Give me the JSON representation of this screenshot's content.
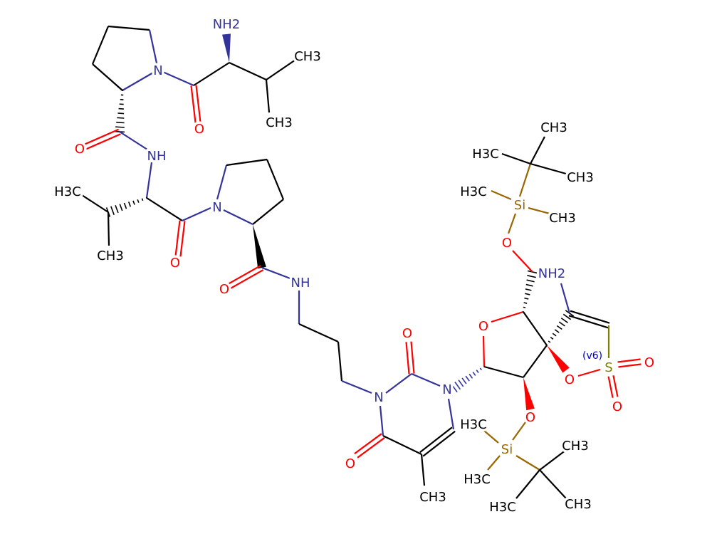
{
  "molecule": {
    "atoms": [
      "NH2",
      "N",
      "O",
      "CH3",
      "CH3",
      "O",
      "NH",
      "H3C",
      "CH3",
      "O",
      "N",
      "O",
      "NH",
      "O",
      "N",
      "N",
      "O",
      "CH3",
      "O",
      "O",
      "Si",
      "CH3",
      "H3C",
      "CH3",
      "H3C",
      "CH3",
      "NH2",
      "O",
      "S",
      "O",
      "O",
      "O",
      "Si",
      "H3C",
      "H3C",
      "CH3",
      "CH3",
      "H3C"
    ],
    "annotation": "(v6)"
  },
  "colors": {
    "C": "#000000",
    "N": "#33339a",
    "O": "#ff0000",
    "Si": "#996600",
    "S": "#808000"
  }
}
